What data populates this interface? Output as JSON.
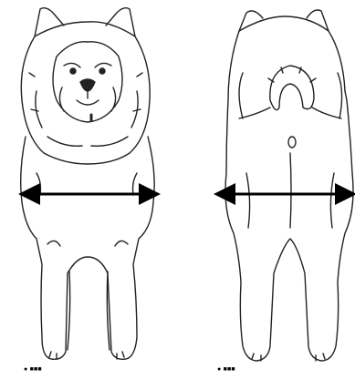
{
  "figures": [
    {
      "view": "front",
      "caption": ""
    },
    {
      "view": "rear",
      "caption": ""
    }
  ],
  "arrow": {
    "style": "double-headed",
    "color": "#000000"
  },
  "corner_marks": [
    "● ■■■",
    "● ■■■"
  ]
}
